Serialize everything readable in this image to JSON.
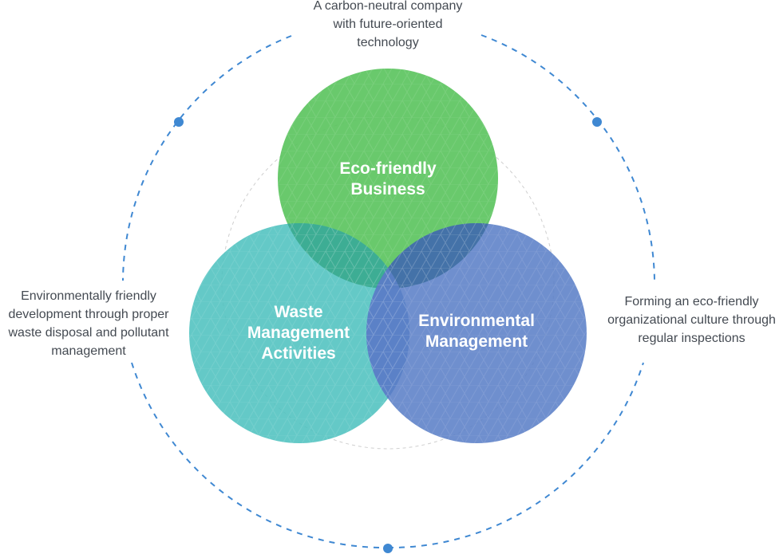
{
  "colors": {
    "eco_circle": "#5cc45f",
    "waste_circle": "#4fc1bf",
    "env_circle": "#5b80c7",
    "overlap_eco_waste": "#3aa98e",
    "overlap_eco_env": "#3f6fa4",
    "dashed_ring": "#3f88d2",
    "ring_dot": "#3f88d2",
    "inner_ring": "#cfcfcf",
    "caption_text": "#444a52",
    "circle_text": "#ffffff"
  },
  "circles": {
    "eco": {
      "label": "Eco-friendly\nBusiness"
    },
    "waste": {
      "label": "Waste\nManagement\nActivities"
    },
    "env": {
      "label": "Environmental\nManagement"
    }
  },
  "captions": {
    "top": "A carbon-neutral company\nwith future-oriented\ntechnology",
    "left": "Environmentally friendly\ndevelopment through proper\nwaste disposal and pollutant\nmanagement",
    "right": "Forming an eco-friendly\norganizational culture through\nregular inspections"
  },
  "icons": {
    "ring_dots": [
      "ring-dot-icon",
      "ring-dot-icon",
      "ring-dot-icon"
    ]
  }
}
